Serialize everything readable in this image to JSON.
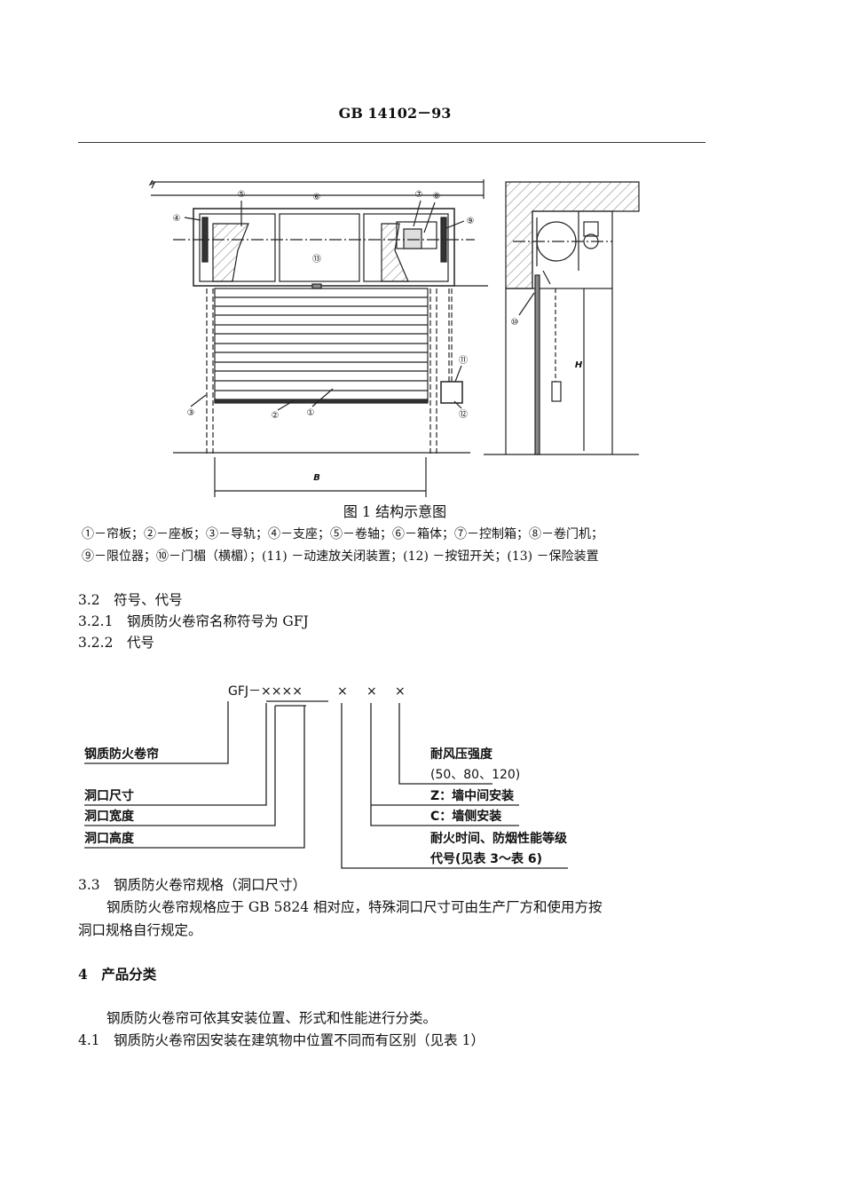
{
  "header": {
    "standard_no": "GB 14102－93"
  },
  "figure1": {
    "caption": "图 1  结构示意图",
    "legend_line1": "①－帘板；②－座板；③－导轨；④－支座；⑤－卷轴；⑥－箱体；⑦－控制箱；⑧－卷门机；",
    "legend_line2": "⑨－限位器；⑩－门楣（横楣）；(11) －动速放关闭装置；(12) －按钮开关；(13) －保险装置",
    "markers": {
      "m1": "①",
      "m2": "②",
      "m3": "③",
      "m4": "④",
      "m5": "⑤",
      "m6": "⑥",
      "m7": "⑦",
      "m8": "⑧",
      "m9": "⑨",
      "m10": "⑩",
      "m11": "⑪",
      "m12": "⑫",
      "m13": "⑬"
    },
    "dim_width": "B",
    "dim_height": "H"
  },
  "sections": {
    "s3_2": "3.2　符号、代号",
    "s3_2_1": "3.2.1　钢质防火卷帘名称符号为 GFJ",
    "s3_2_2": "3.2.2　代号",
    "s3_3": "3.3　钢质防火卷帘规格（洞口尺寸）",
    "s3_3_p1": "钢质防火卷帘规格应于 GB 5824 相对应，特殊洞口尺寸可由生产厂方和使用方按",
    "s3_3_p2": "洞口规格自行规定。",
    "s4": "4　产品分类",
    "s4_p": "钢质防火卷帘可依其安装位置、形式和性能进行分类。",
    "s4_1": "4.1　钢质防火卷帘因安装在建筑物中位置不同而有区别（见表 1）"
  },
  "code_diagram": {
    "code": "GFJ－××××",
    "x1": "×",
    "x2": "×",
    "x3": "×",
    "left_labels": [
      "钢质防火卷帘",
      "洞口尺寸",
      "洞口宽度",
      "洞口高度"
    ],
    "right_labels": [
      "耐风压强度",
      "(50、80、120)",
      "Z：墙中间安装",
      "C：墙侧安装",
      "耐火时间、防烟性能等级",
      "代号(见表 3～表 6)"
    ]
  }
}
